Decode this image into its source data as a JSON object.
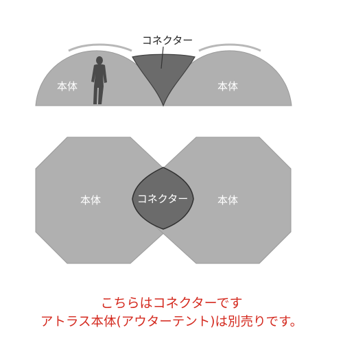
{
  "side_view": {
    "connector_label": "コネクター",
    "body_left_label": "本体",
    "body_right_label": "本体"
  },
  "top_view": {
    "body_left_label": "本体",
    "connector_label": "コネクター",
    "body_right_label": "本体"
  },
  "caption": {
    "line1": "こちらはコネクターです",
    "line2": "アトラス本体(アウターテント)は別売りです。"
  },
  "colors": {
    "body_fill": "#b0b0b0",
    "connector_fill": "#6b6b6b",
    "outline": "#4a4a4a",
    "caption_text": "#d42a1f"
  }
}
